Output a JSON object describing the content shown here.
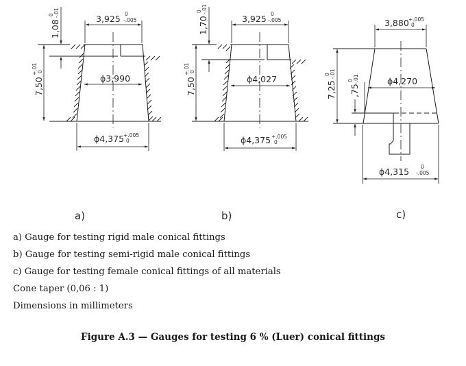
{
  "figure": {
    "caption": "Figure A.3 — Gauges for testing 6 % (Luer) conical fittings"
  },
  "gauges": [
    {
      "id": "a",
      "label": "a)",
      "top_width": {
        "value": "3,925",
        "tol_upper": "0",
        "tol_lower": "-.005"
      },
      "inner_diameter": {
        "value": "ϕ3,990"
      },
      "bottom_diameter": {
        "value": "ϕ4,375",
        "tol_upper": "+.005",
        "tol_lower": "0"
      },
      "height": {
        "value": "7,50",
        "tol_upper": "+.01",
        "tol_lower": "0"
      },
      "step_depth": {
        "value": "1,08",
        "tol_upper": "0",
        "tol_lower": "-.01"
      }
    },
    {
      "id": "b",
      "label": "b)",
      "top_width": {
        "value": "3,925",
        "tol_upper": "0",
        "tol_lower": "-.005"
      },
      "inner_diameter": {
        "value": "ϕ4,027"
      },
      "bottom_diameter": {
        "value": "ϕ4,375",
        "tol_upper": "+.005",
        "tol_lower": "0"
      },
      "height": {
        "value": "7,50",
        "tol_upper": "+.01",
        "tol_lower": "0"
      },
      "step_depth": {
        "value": "1,70",
        "tol_upper": "0",
        "tol_lower": "-.01"
      }
    },
    {
      "id": "c",
      "label": "c)",
      "top_width": {
        "value": "3,880",
        "tol_upper": "+.005",
        "tol_lower": "0"
      },
      "mid_diameter": {
        "value": "ϕ4,270"
      },
      "bottom_diameter": {
        "value": "ϕ4,315",
        "tol_upper": "0",
        "tol_lower": "-.005"
      },
      "height": {
        "value": "7,25",
        "tol_upper": "0",
        "tol_lower": "-.01"
      },
      "step_depth": {
        "value": ",75",
        "tol_upper": "0",
        "tol_lower": "-.01"
      }
    }
  ],
  "legend": [
    "a) Gauge for testing rigid male conical fittings",
    "b) Gauge for testing semi-rigid male conical fittings",
    "c) Gauge for testing female conical fittings of all materials",
    "Cone taper (0,06 : 1)",
    "Dimensions in millimeters"
  ]
}
